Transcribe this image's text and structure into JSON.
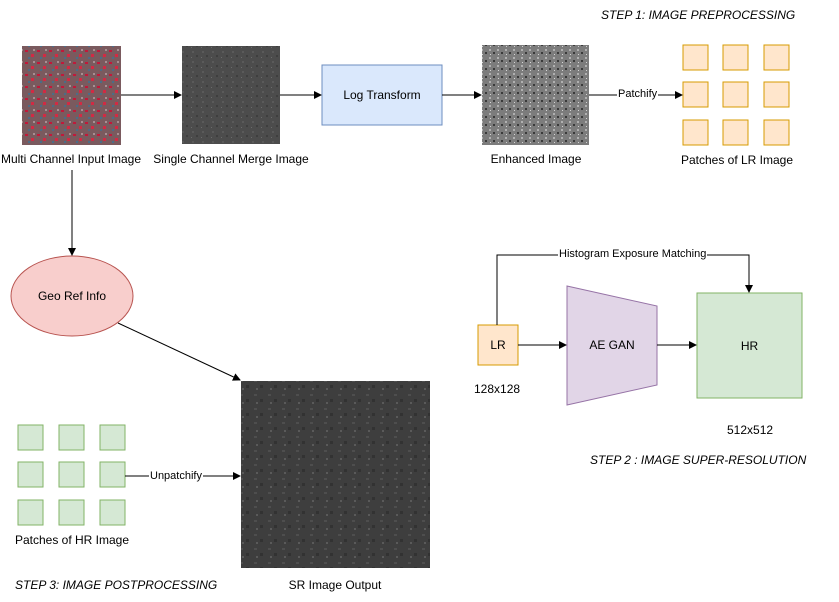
{
  "steps": {
    "step1": "STEP 1: IMAGE PREPROCESSING",
    "step2": "STEP 2 : IMAGE SUPER-RESOLUTION",
    "step3": "STEP 3: IMAGE POSTPROCESSING"
  },
  "nodes": {
    "multi_channel": "Multi Channel Input Image",
    "single_channel": "Single Channel Merge Image",
    "log_transform": "Log Transform",
    "enhanced": "Enhanced Image",
    "lr_patches": "Patches of LR Image",
    "geo_ref": "Geo Ref Info",
    "hr_patches": "Patches of HR Image",
    "sr_output": "SR Image Output",
    "lr": "LR",
    "ae_gan": "AE GAN",
    "hr": "HR",
    "lr_size": "128x128",
    "hr_size": "512x512"
  },
  "edges": {
    "patchify": "Patchify",
    "unpatchify": "Unpatchify",
    "histogram": "Histogram Exposure Matching"
  },
  "colors": {
    "orange_fill": "#ffe6cc",
    "orange_stroke": "#d79b00",
    "green_fill": "#d5e8d4",
    "green_stroke": "#82b366",
    "blue_fill": "#dae8fc",
    "blue_stroke": "#6c8ebf",
    "red_fill": "#f8cecc",
    "red_stroke": "#b85450",
    "purple_fill": "#e1d5e7",
    "purple_stroke": "#9673a6"
  }
}
